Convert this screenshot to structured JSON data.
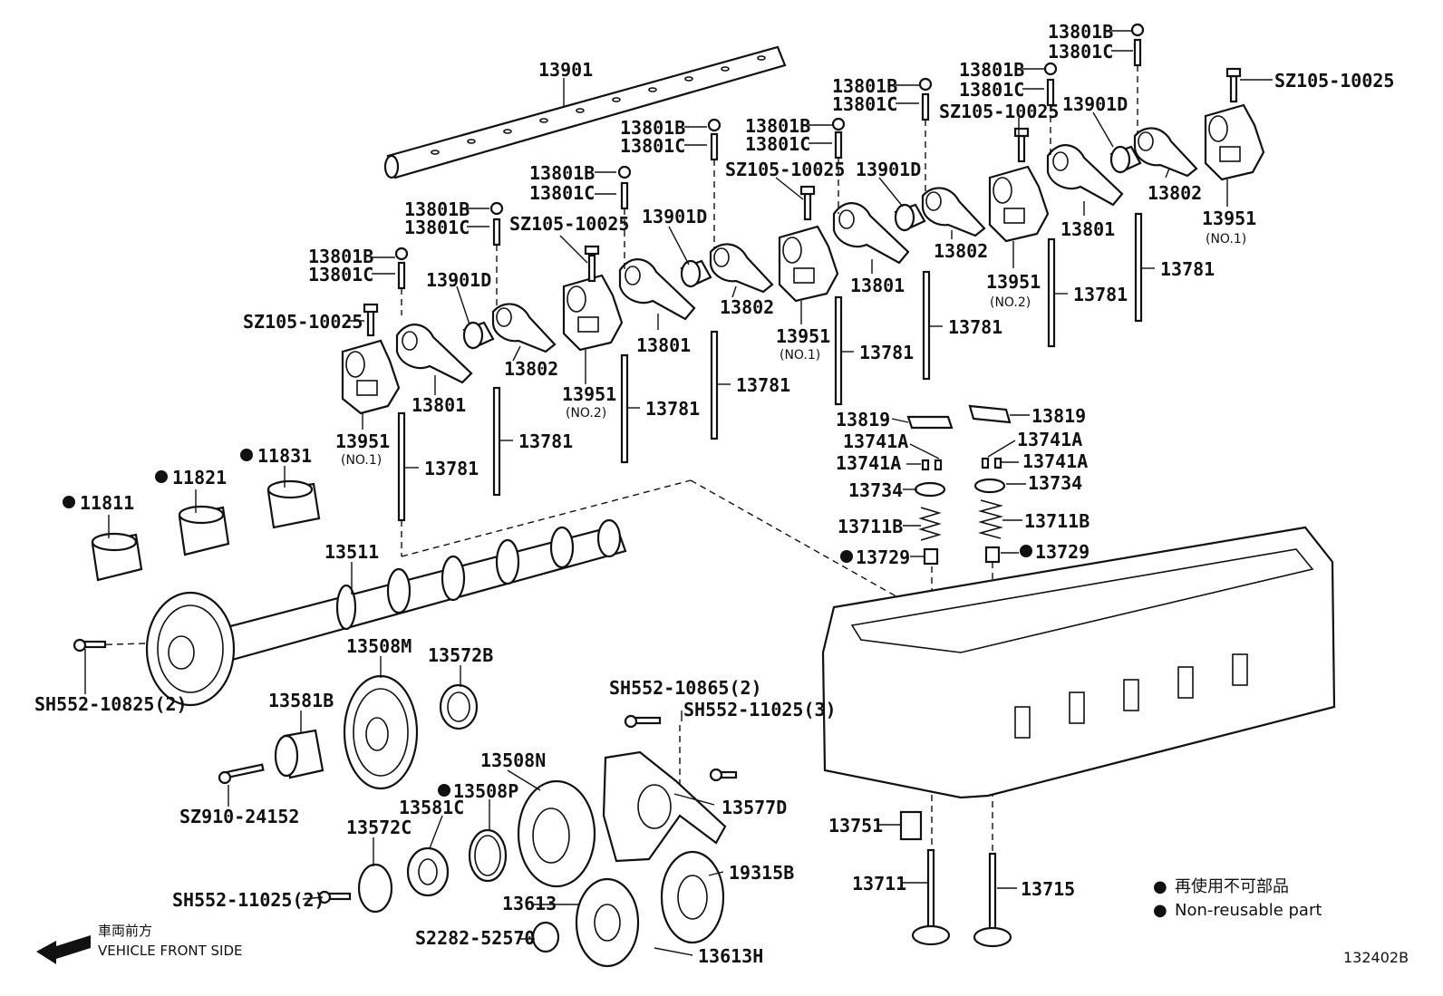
{
  "diagram_id": "132402B",
  "legend": {
    "dot_symbol": "●",
    "line_jp": "再使用不可部品",
    "line_en": "Non-reusable part"
  },
  "direction": {
    "jp": "車両前方",
    "en": "VEHICLE FRONT SIDE"
  },
  "labels": {
    "l13901": "13901",
    "l13801B_1": "13801B",
    "l13801C_1": "13801C",
    "l13801B_2": "13801B",
    "l13801C_2": "13801C",
    "l13801B_3": "13801B",
    "l13801C_3": "13801C",
    "l13801B_4": "13801B",
    "l13801C_4": "13801C",
    "l13801B_5": "13801B",
    "l13801C_5": "13801C",
    "l13801B_6": "13801B",
    "l13801C_6": "13801C",
    "l13801B_7": "13801B",
    "l13801C_7": "13801C",
    "lSZ105_1": "SZ105-10025",
    "lSZ105_2": "SZ105-10025",
    "lSZ105_3": "SZ105-10025",
    "lSZ105_4": "SZ105-10025",
    "lSZ105_5": "SZ105-10025",
    "l13901D_1": "13901D",
    "l13901D_2": "13901D",
    "l13901D_3": "13901D",
    "l13901D_4": "13901D",
    "l13802_1": "13802",
    "l13802_2": "13802",
    "l13802_3": "13802",
    "l13802_4": "13802",
    "l13801_1": "13801",
    "l13801_2": "13801",
    "l13801_3": "13801",
    "l13801_4": "13801",
    "l13951_1": "13951",
    "l13951_1s": "(NO.1)",
    "l13951_2": "13951",
    "l13951_2s": "(NO.2)",
    "l13951_3": "13951",
    "l13951_3s": "(NO.1)",
    "l13951_4": "13951",
    "l13951_4s": "(NO.2)",
    "l13951_5": "13951",
    "l13951_5s": "(NO.1)",
    "l13781_1": "13781",
    "l13781_2": "13781",
    "l13781_3": "13781",
    "l13781_4": "13781",
    "l13781_5": "13781",
    "l13781_6": "13781",
    "l13781_7": "13781",
    "l13781_8": "13781",
    "l11811": "11811",
    "l11821": "11821",
    "l11831": "11831",
    "l13511": "13511",
    "lSH552_10825": "SH552-10825(2)",
    "l13508M": "13508M",
    "l13572B": "13572B",
    "l13581B": "13581B",
    "lSZ910": "SZ910-24152",
    "l13508N": "13508N",
    "l13508P": "13508P",
    "l13581C": "13581C",
    "l13572C": "13572C",
    "lSH552_11025_2": "SH552-11025(2)",
    "l13613": "13613",
    "lS2282": "S2282-52570",
    "l13613H": "13613H",
    "lSH552_10865": "SH552-10865(2)",
    "lSH552_11025_3": "SH552-11025(3)",
    "l13577D": "13577D",
    "l19315B": "19315B",
    "l13819_1": "13819",
    "l13819_2": "13819",
    "l13741A_1": "13741A",
    "l13741A_2": "13741A",
    "l13741A_3": "13741A",
    "l13741A_4": "13741A",
    "l13734_1": "13734",
    "l13734_2": "13734",
    "l13711B_1": "13711B",
    "l13711B_2": "13711B",
    "l13729_1": "13729",
    "l13729_2": "13729",
    "l13751": "13751",
    "l13711": "13711",
    "l13715": "13715"
  }
}
